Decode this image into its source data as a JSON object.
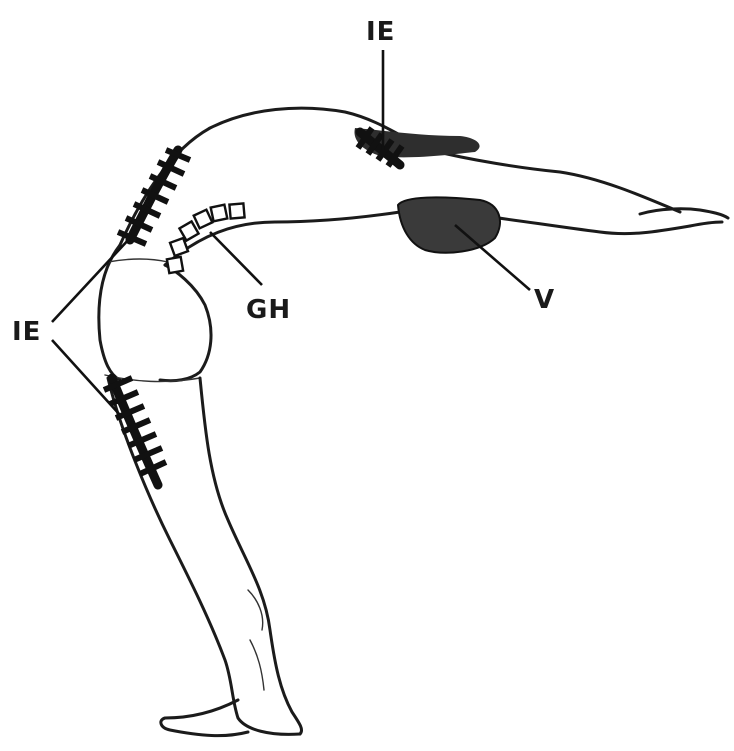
{
  "diagram": {
    "labels": {
      "ie_top": "IE",
      "ie_left": "IE",
      "gh": "GH",
      "v": "V"
    }
  },
  "colors": {
    "ink": "#1b1b1b",
    "shading": "#3a3a3a",
    "background": "#ffffff"
  }
}
